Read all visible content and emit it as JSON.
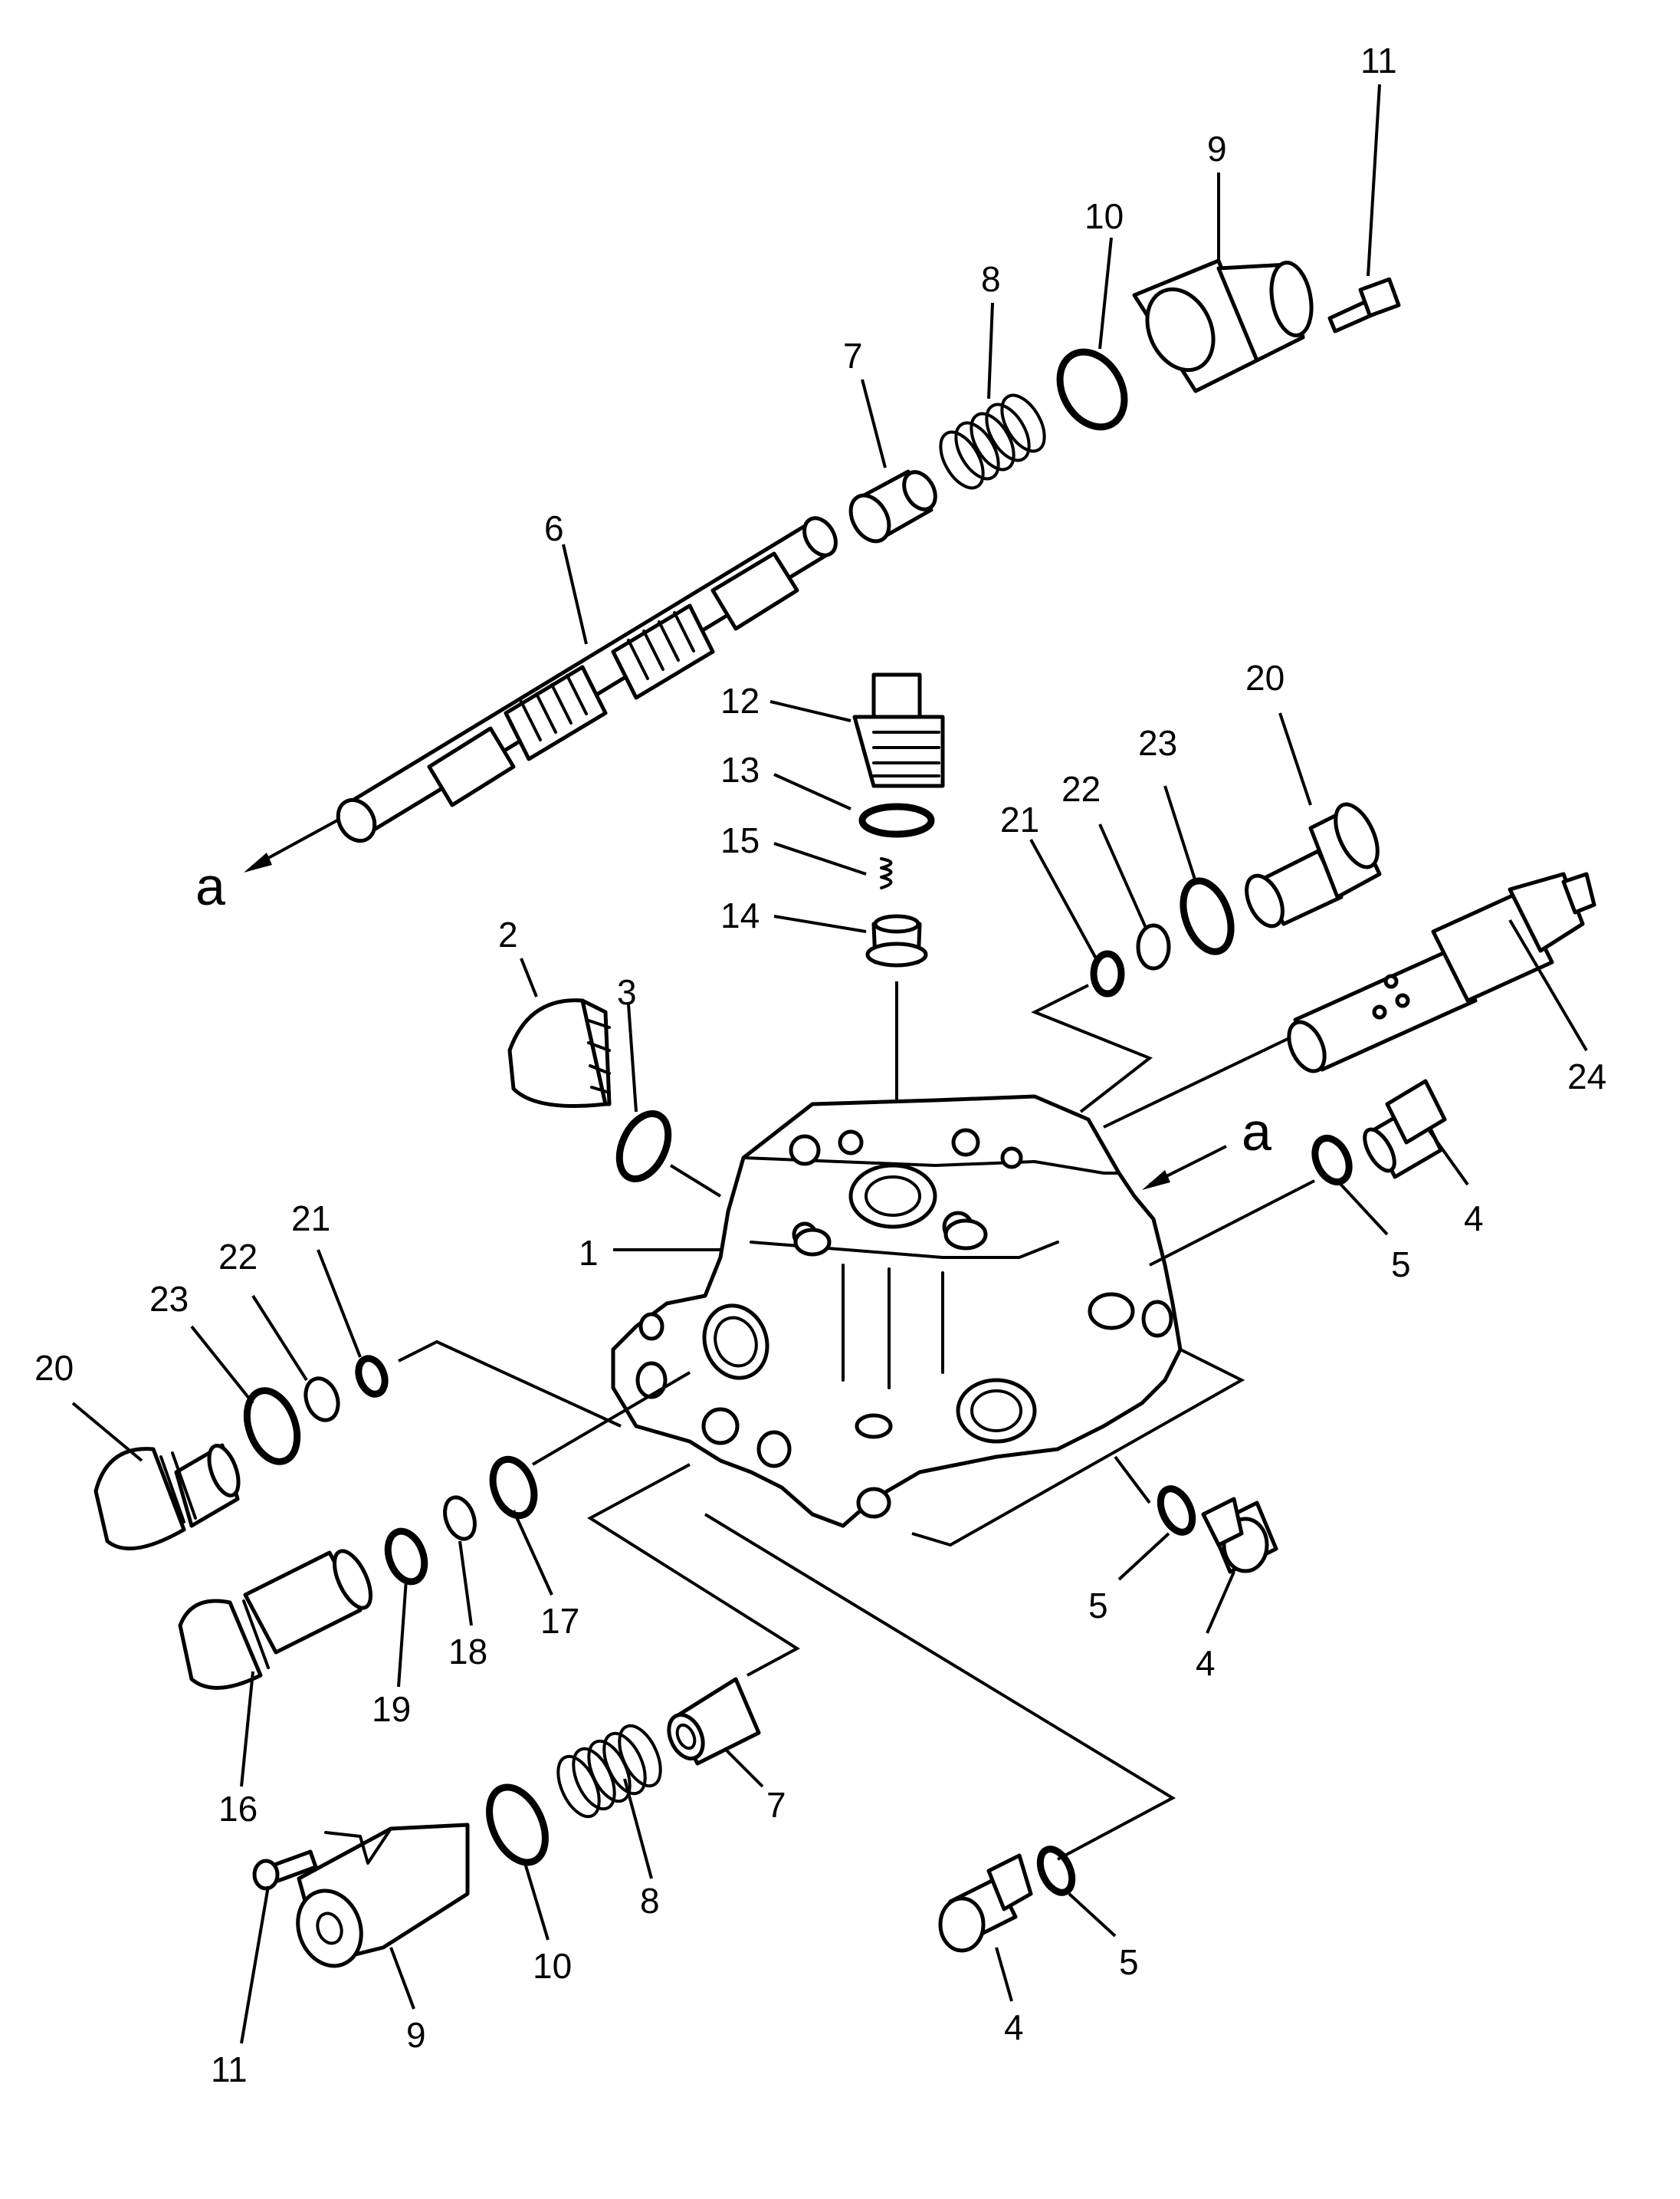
{
  "labels": {
    "l1": "1",
    "l2": "2",
    "l3": "3",
    "l4a": "4",
    "l4b": "4",
    "l4c": "4",
    "l5a": "5",
    "l5b": "5",
    "l5c": "5",
    "l6": "6",
    "l7a": "7",
    "l7b": "7",
    "l8a": "8",
    "l8b": "8",
    "l9a": "9",
    "l9b": "9",
    "l10a": "10",
    "l10b": "10",
    "l11a": "11",
    "l11b": "11",
    "l12": "12",
    "l13": "13",
    "l14": "14",
    "l15": "15",
    "l16": "16",
    "l17": "17",
    "l18": "18",
    "l19": "19",
    "l20a": "20",
    "l20b": "20",
    "l21a": "21",
    "l21b": "21",
    "l22a": "22",
    "l22b": "22",
    "l23a": "23",
    "l23b": "23",
    "l24": "24",
    "refA1": "a",
    "refA2": "a"
  }
}
